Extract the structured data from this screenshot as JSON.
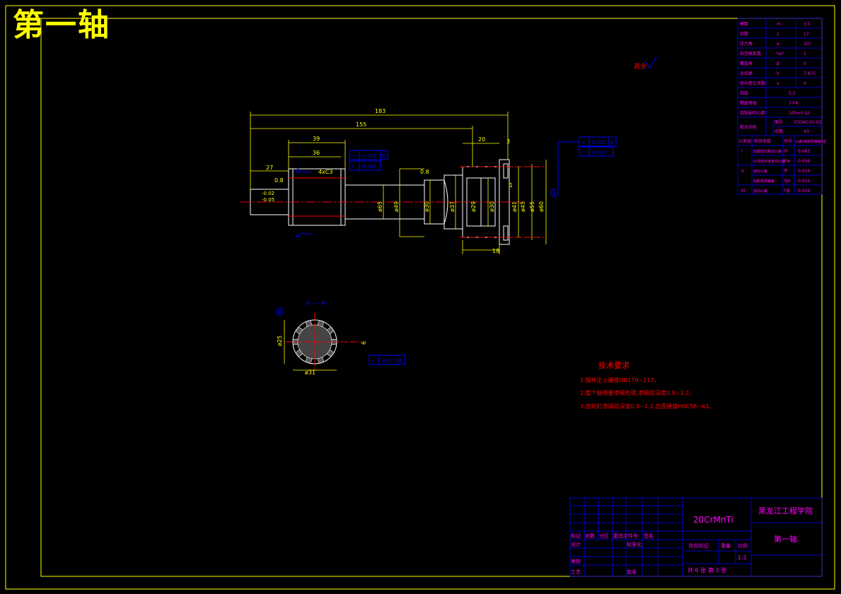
{
  "drawing_title": "第一轴",
  "colors": {
    "background": "#000000",
    "frame": "#ffff00",
    "geometry": "#ffffff",
    "dimension": "#ffff00",
    "centerline": "#ff0000",
    "annotation": "#ff0000",
    "tolerance": "#0000ff",
    "tableLines": "#0000ff",
    "tableText": "#ff00ff"
  },
  "roughness_note": "其余",
  "dimensions": {
    "d183": "183",
    "d155": "155",
    "d39": "39",
    "d36": "36",
    "d27": "27",
    "d08a": "0.8",
    "d08b": "0.8",
    "d20": "20",
    "d3": "3",
    "d18": "18",
    "d1": "1",
    "chamfer": "4xC3",
    "phi65": "ø65",
    "phi49": "ø49",
    "phi30": "ø30",
    "phi37": "ø37",
    "phi29": "ø29",
    "phi41": "ø41",
    "phi45": "ø45",
    "phi55": "ø55",
    "phi60": "ø60",
    "phi25": "ø25",
    "phi31": "ø31",
    "width6": "6",
    "f002": "-0.02",
    "f005": "-0.05"
  },
  "section_labels": {
    "a_left": "A",
    "a_right": "A",
    "section_title": "A — A",
    "datum_b": "B"
  },
  "tolerance_frames": [
    {
      "symbol": "↗",
      "value": "0.025",
      "datum": "B"
    },
    {
      "symbol": "⫽",
      "value": "0.007",
      "datum": ""
    },
    {
      "symbol": "↗",
      "value": "0.025",
      "datum": "B"
    },
    {
      "symbol": "⫽",
      "value": "0.007",
      "datum": ""
    },
    {
      "symbol": "⌖",
      "value": "0.015",
      "datum": "B"
    }
  ],
  "tech_requirements": {
    "title": "技术要求",
    "items": [
      "1.锻件正火硬度HB179~217。",
      "2.整个轴颈要渗碳处理,渗碳层深度0.8~1.2。",
      "3.齿轮的渗碳层深度0.8~1.2,齿面硬度HRC58~63。"
    ]
  },
  "gear_table": {
    "rows": [
      {
        "name": "模数",
        "symbol": "m",
        "value": "3.5"
      },
      {
        "name": "齿数",
        "symbol": "z",
        "value": "17"
      },
      {
        "name": "压力角",
        "symbol": "α",
        "value": "20°"
      },
      {
        "name": "齿顶高系数",
        "symbol": "ha*",
        "value": "1"
      },
      {
        "name": "螺旋角",
        "symbol": "β",
        "value": "0"
      },
      {
        "name": "全齿高",
        "symbol": "h",
        "value": "7.875"
      },
      {
        "name": "径向变位系数",
        "symbol": "x",
        "value": "0"
      }
    ],
    "wide_rows": [
      {
        "name": "齿厚",
        "value": "5.5"
      },
      {
        "name": "精度等级",
        "value": "7-FK"
      },
      {
        "name": "齿轮副中心距",
        "value": "105±0.12"
      }
    ],
    "mate": {
      "name": "配对齿轮",
      "k1": "图号",
      "v1": "YCD40-01-02",
      "k2": "齿数",
      "v2": "43"
    },
    "check_header": {
      "group": "公差组",
      "item": "检验项目",
      "code": "代号",
      "value": "公差(或极限偏差)值"
    },
    "check_rows": [
      {
        "group": "I",
        "item": "齿圈径向跳动公差",
        "code": "Fr",
        "value": "0.063"
      },
      {
        "group": "",
        "item": "公法线长度变动公差",
        "code": "Fw",
        "value": "0.036"
      },
      {
        "group": "II",
        "item": "齿形公差",
        "code": "ff",
        "value": "0.016"
      },
      {
        "group": "",
        "item": "齿距极限偏差",
        "code": "fpt",
        "value": "0.012"
      },
      {
        "group": "III",
        "item": "齿向公差",
        "code": "Fβ",
        "value": "0.016"
      }
    ]
  },
  "title_block": {
    "material": "20CrMnTi",
    "school": "黑龙江工程学院",
    "part_name": "第一轴",
    "scale": "1:1",
    "sheet": "共 6 张 第 3 张",
    "labels": {
      "mark": "标记",
      "count": "处数",
      "zone": "分区",
      "doc": "更改文件号",
      "sign": "签名",
      "design": "设计",
      "std": "标准化",
      "review": "审核",
      "process": "工艺",
      "approve": "批准",
      "stage": "阶段标记",
      "weight": "重量",
      "scale_label": "比例"
    }
  }
}
